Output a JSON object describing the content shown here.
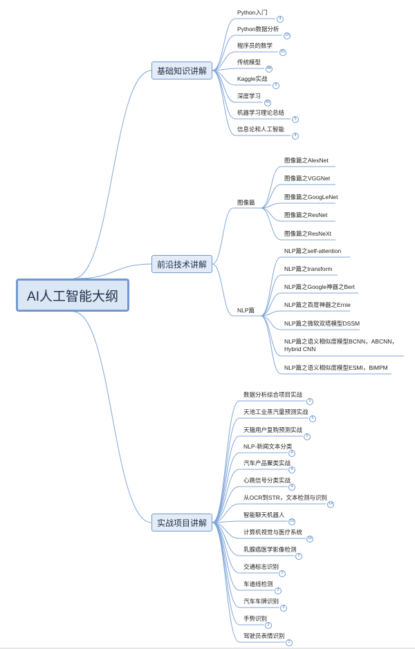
{
  "root": "AI人工智能大纲",
  "main1": {
    "label": "基础知识讲解",
    "items": [
      {
        "label": "Python入门",
        "count": "4"
      },
      {
        "label": "Python数据分析",
        "count": "10"
      },
      {
        "label": "程序员的数学",
        "count": "51"
      },
      {
        "label": "传统模型",
        "count": "48"
      },
      {
        "label": "Kaggle实战",
        "count": "5"
      },
      {
        "label": "深度学习",
        "count": "43"
      },
      {
        "label": "机器学习理论总结",
        "count": "5"
      },
      {
        "label": "信息论和人工智能",
        "count": "4"
      }
    ]
  },
  "main2": {
    "label": "前沿技术讲解",
    "sub1": {
      "label": "图像篇",
      "items": [
        "图像篇之AlexNet",
        "图像篇之VGGNet",
        "图像篇之GoogLeNet",
        "图像篇之ResNet",
        "图像篇之ResNeXt"
      ]
    },
    "sub2": {
      "label": "NLP篇",
      "items": [
        "NLP篇之self-attention",
        "NLP篇之transform",
        "NLP篇之Google神器之Bert",
        "NLP篇之百度神器之Ernie",
        "NLP篇之微软双塔模型DSSM",
        "NLP篇之语义相似度模型BCNN，ABCNN，Hybrid CNN",
        "NLP篇之语义相似度模型ESMI，BiMPM"
      ]
    }
  },
  "main3": {
    "label": "实战项目讲解",
    "items": [
      {
        "label": "数据分析综合项目实战",
        "count": "3"
      },
      {
        "label": "天池工业蒸汽量预测实战",
        "count": "5"
      },
      {
        "label": "天猫用户复购预测实战",
        "count": "5"
      },
      {
        "label": "NLP-新闻文本分类",
        "count": "4"
      },
      {
        "label": "汽车产品聚类实战",
        "count": "4"
      },
      {
        "label": "心跳信号分类实战",
        "count": "4"
      },
      {
        "label": "从OCR到STR，文本检测与识别",
        "count": "14"
      },
      {
        "label": "智能聊天机器人",
        "count": "10"
      },
      {
        "label": "计算机视觉与医疗系统",
        "count": "16"
      },
      {
        "label": "乳腺癌医学影像检测",
        "count": "2"
      },
      {
        "label": "交通标志识别",
        "count": "2"
      },
      {
        "label": "车道线检测",
        "count": "2"
      },
      {
        "label": "汽车车牌识别",
        "count": "2"
      },
      {
        "label": "手势识别",
        "count": "2"
      },
      {
        "label": "驾驶员表情识别",
        "count": "2"
      }
    ]
  },
  "colors": {
    "line": "#7fa6d8",
    "border": "#6f9ad1",
    "fill": "#e3ecf8"
  }
}
